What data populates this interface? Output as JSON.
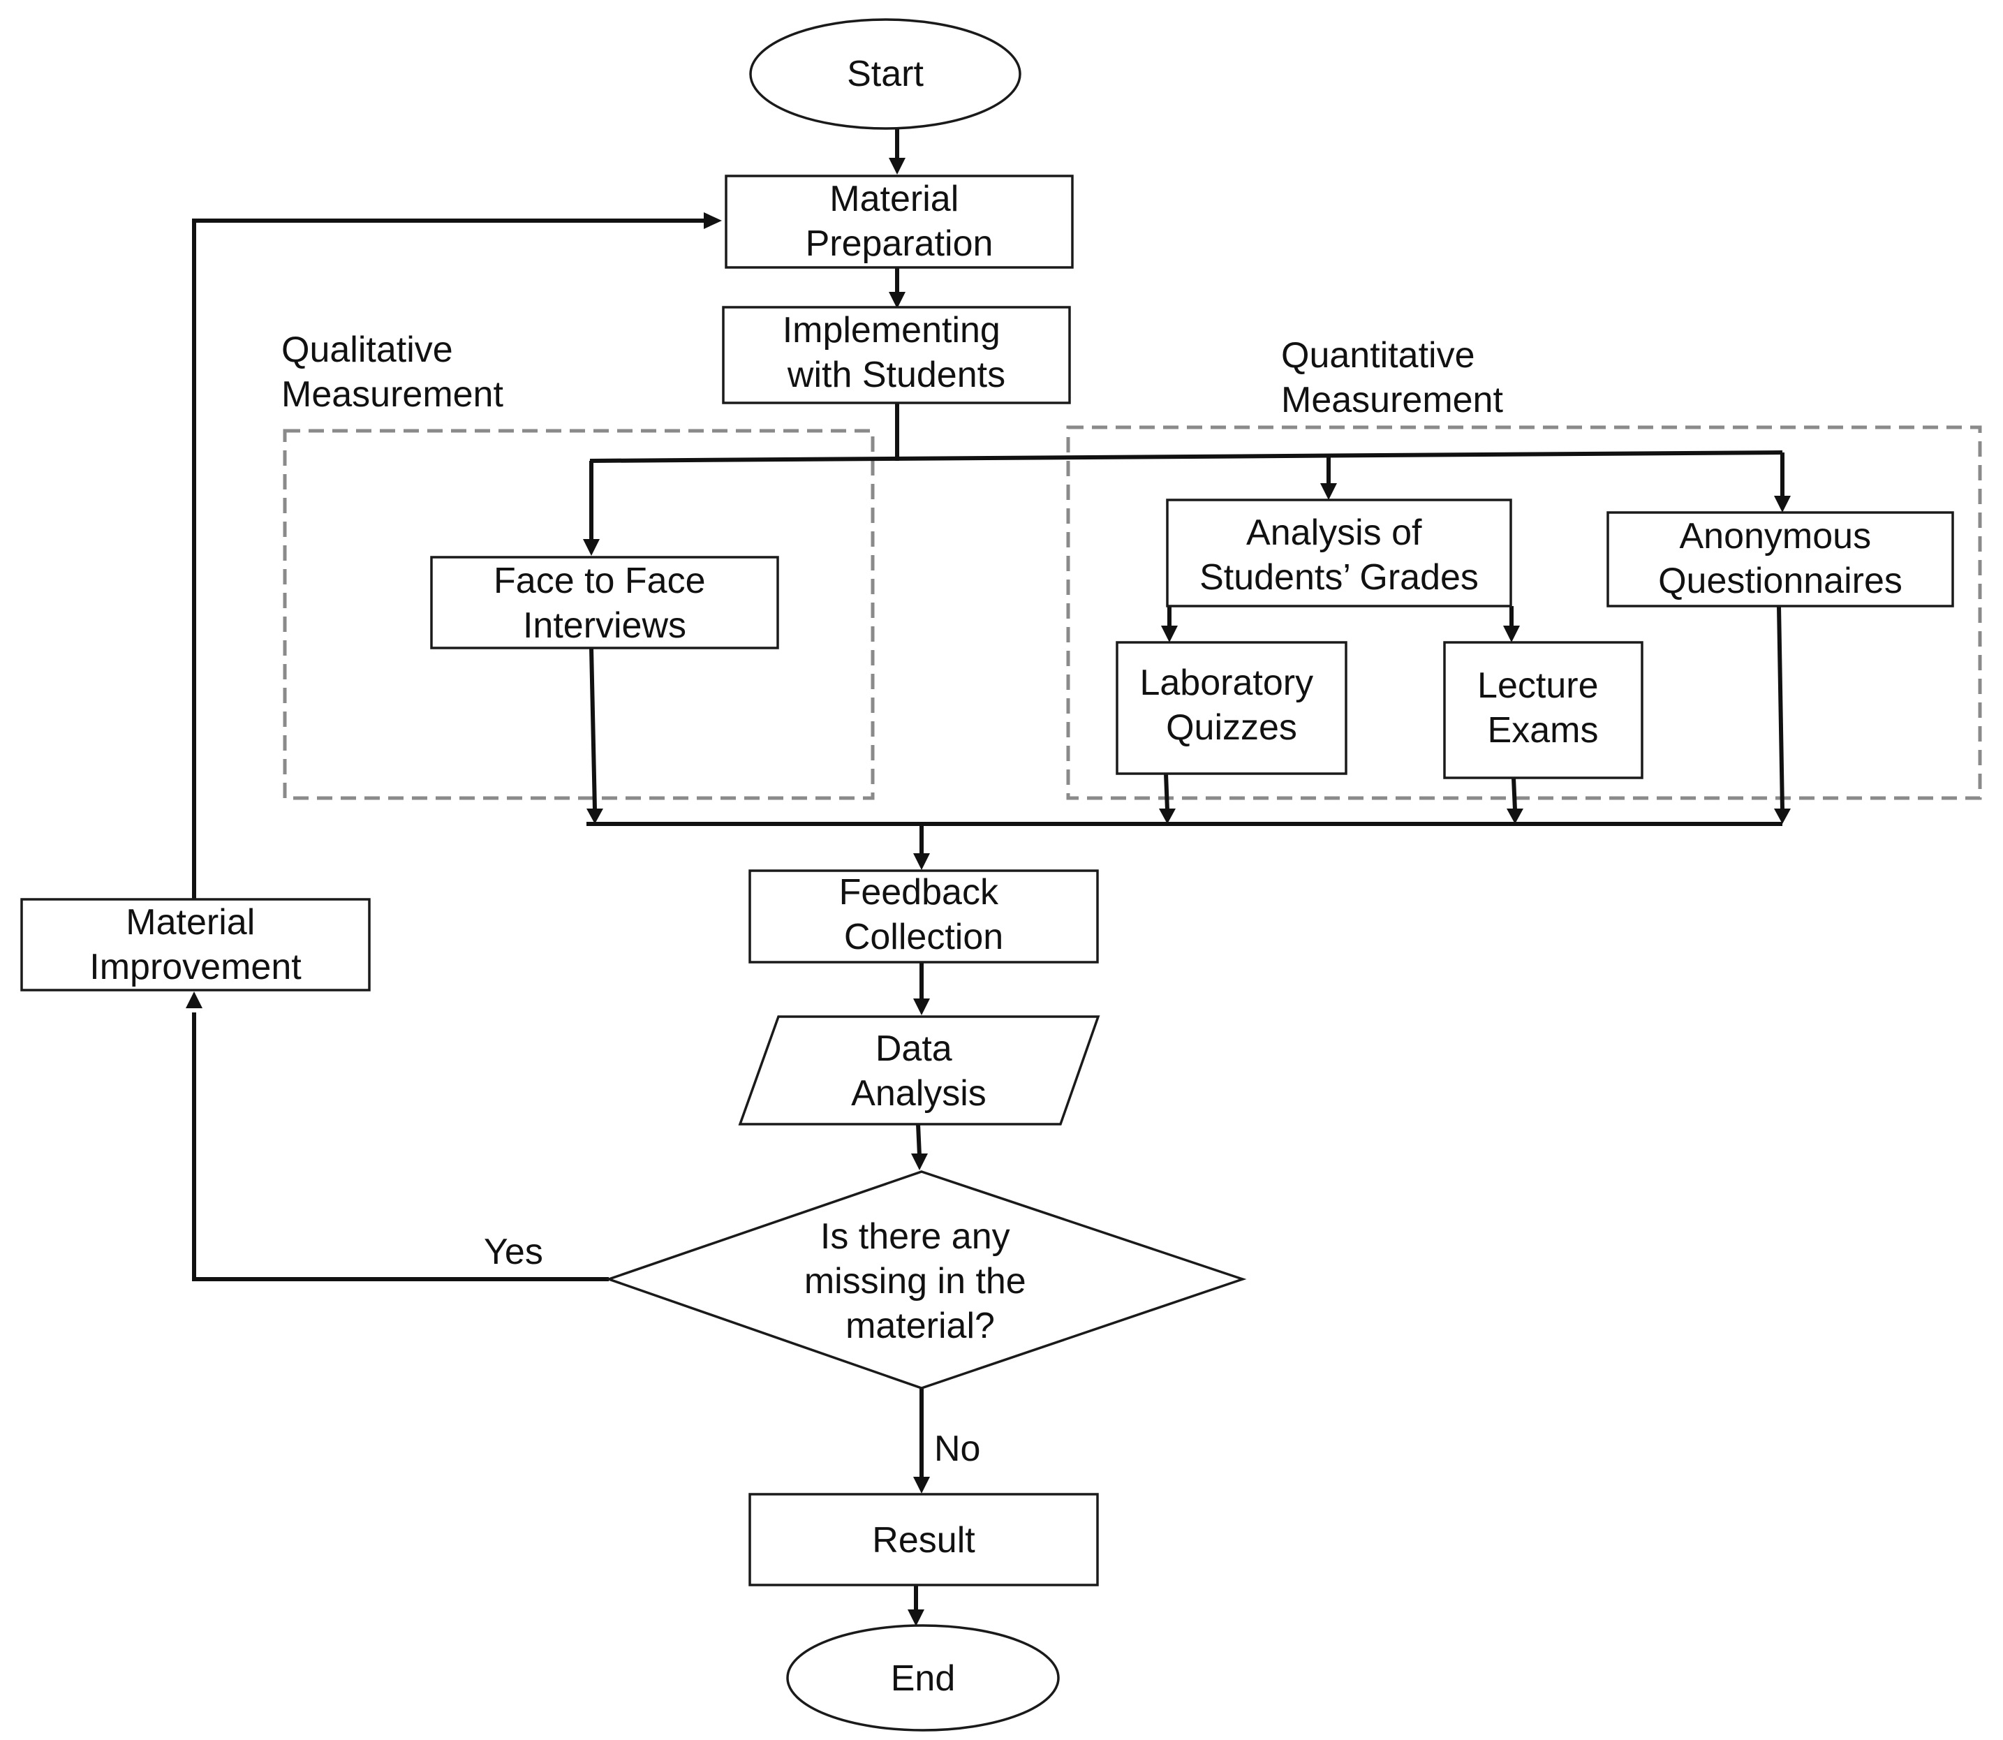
{
  "nodes": {
    "start": [
      "Start"
    ],
    "material_preparation": [
      "Material",
      "Preparation"
    ],
    "implementing": [
      "Implementing",
      "with Students"
    ],
    "face_to_face": [
      "Face to Face",
      "Interviews"
    ],
    "analysis_grades": [
      "Analysis of",
      "Students’ Grades"
    ],
    "anonymous": [
      "Anonymous",
      "Questionnaires"
    ],
    "lab_quizzes": [
      "Laboratory",
      "Quizzes"
    ],
    "lecture_exams": [
      "Lecture",
      "Exams"
    ],
    "feedback": [
      "Feedback",
      "Collection"
    ],
    "data_analysis": [
      "Data",
      "Analysis"
    ],
    "decision": [
      "Is there any",
      "missing in the",
      "material?"
    ],
    "result": [
      "Result"
    ],
    "end": [
      "End"
    ],
    "material_improvement": [
      "Material",
      "Improvement"
    ]
  },
  "groups": {
    "qualitative": [
      "Qualitative",
      "Measurement"
    ],
    "quantitative": [
      "Quantitative",
      "Measurement"
    ]
  },
  "edge_labels": {
    "yes": "Yes",
    "no": "No"
  }
}
